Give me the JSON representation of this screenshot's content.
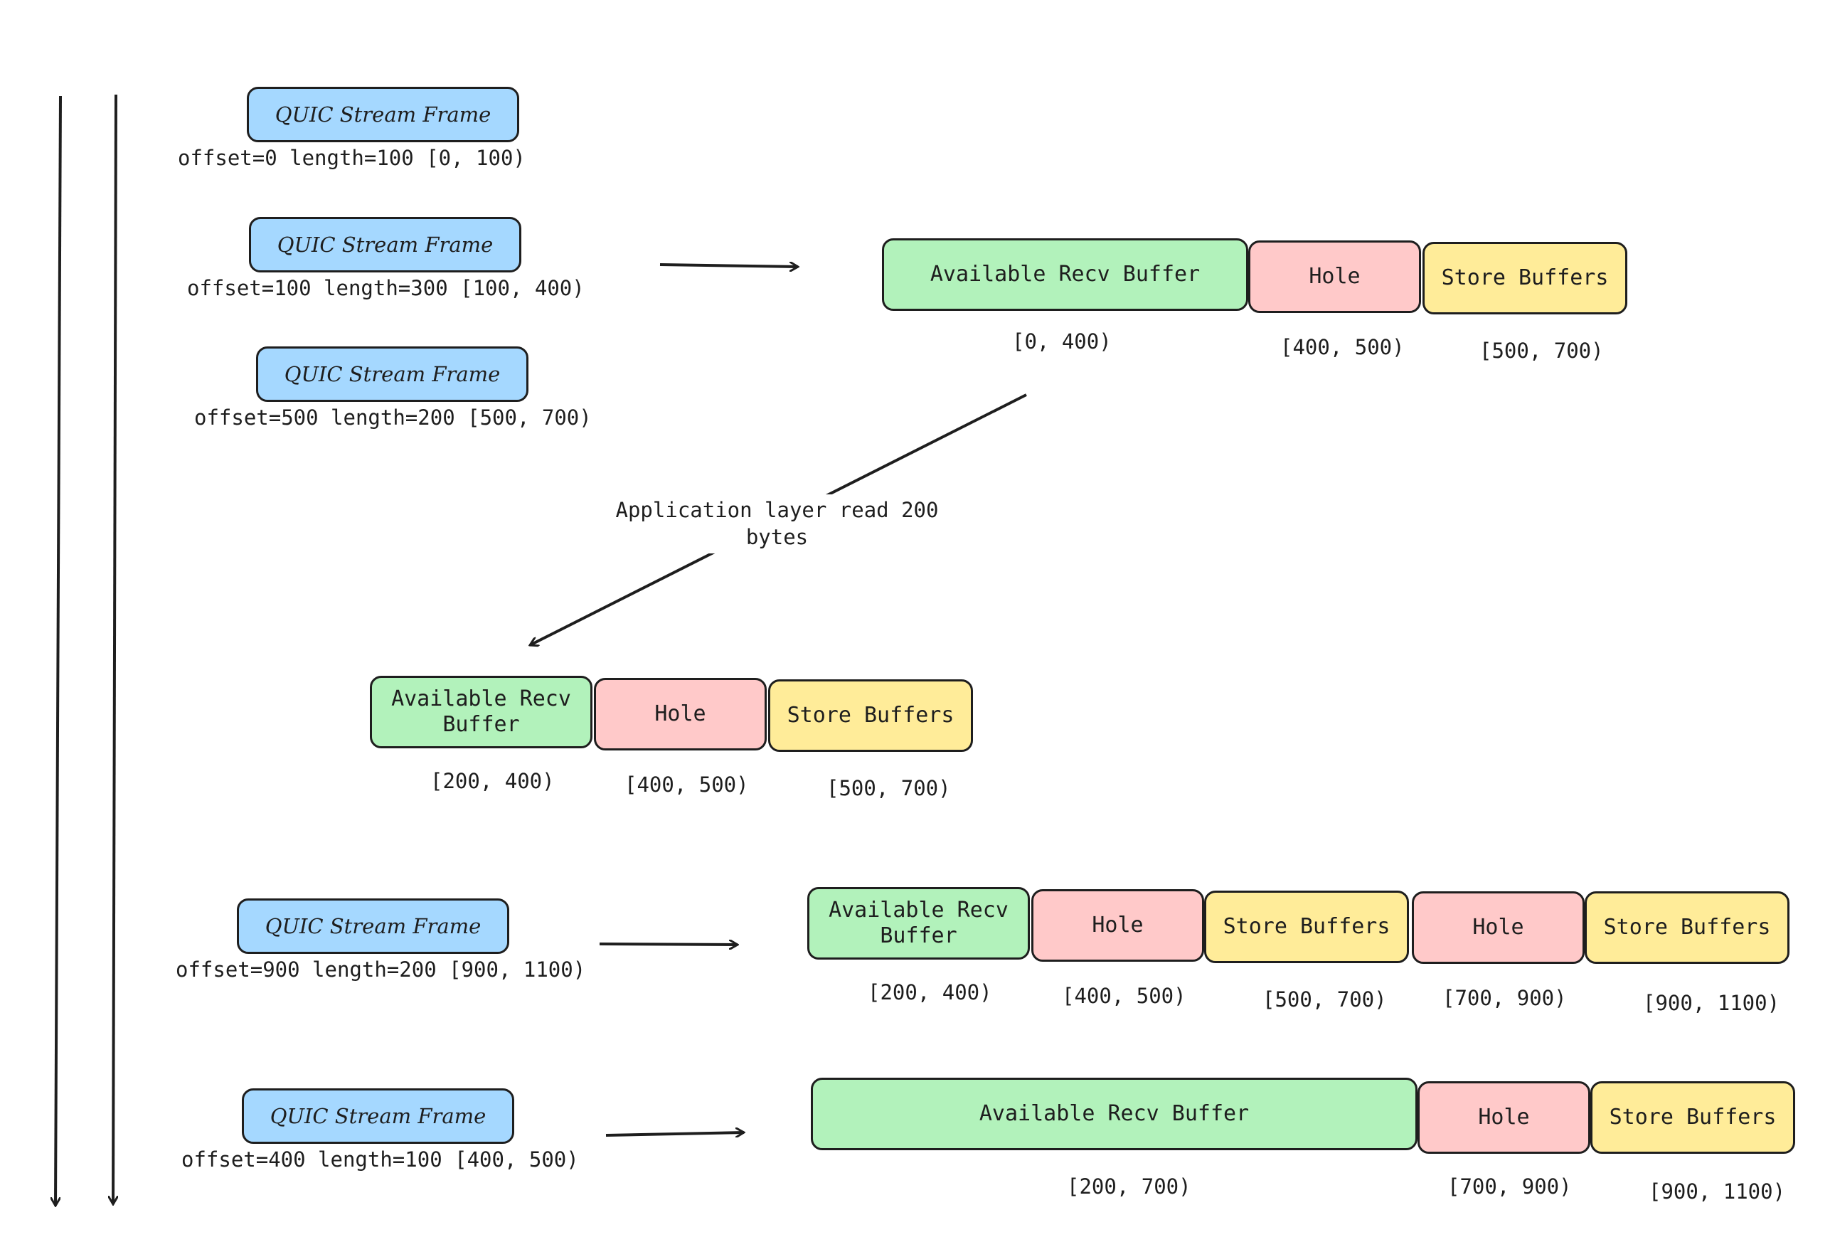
{
  "frame_title": "QUIC Stream Frame",
  "frames": [
    "offset=0 length=100 [0, 100)",
    "offset=100 length=300 [100, 400)",
    "offset=500 length=200 [500, 700)",
    "offset=900 length=200 [900, 1100)",
    "offset=400 length=100 [400, 500)"
  ],
  "segment_text": {
    "available": "Available Recv Buffer",
    "hole": "Hole",
    "store": "Store Buffers"
  },
  "states": [
    {
      "ranges": [
        "[0, 400)",
        "[400, 500)",
        "[500, 700)"
      ]
    },
    {
      "ranges": [
        "[200, 400)",
        "[400, 500)",
        "[500, 700)"
      ]
    },
    {
      "ranges": [
        "[200, 400)",
        "[400, 500)",
        "[500, 700)",
        "[700, 900)",
        "[900, 1100)"
      ]
    },
    {
      "ranges": [
        "[200, 700)",
        "[700, 900)",
        "[900, 1100)"
      ]
    }
  ],
  "annotation": "Application layer read 200 bytes",
  "colors": {
    "frame": "#a5d8ff",
    "available": "#b2f2bb",
    "hole": "#ffc9c9",
    "store": "#ffec99",
    "stroke": "#1e1e1e"
  }
}
